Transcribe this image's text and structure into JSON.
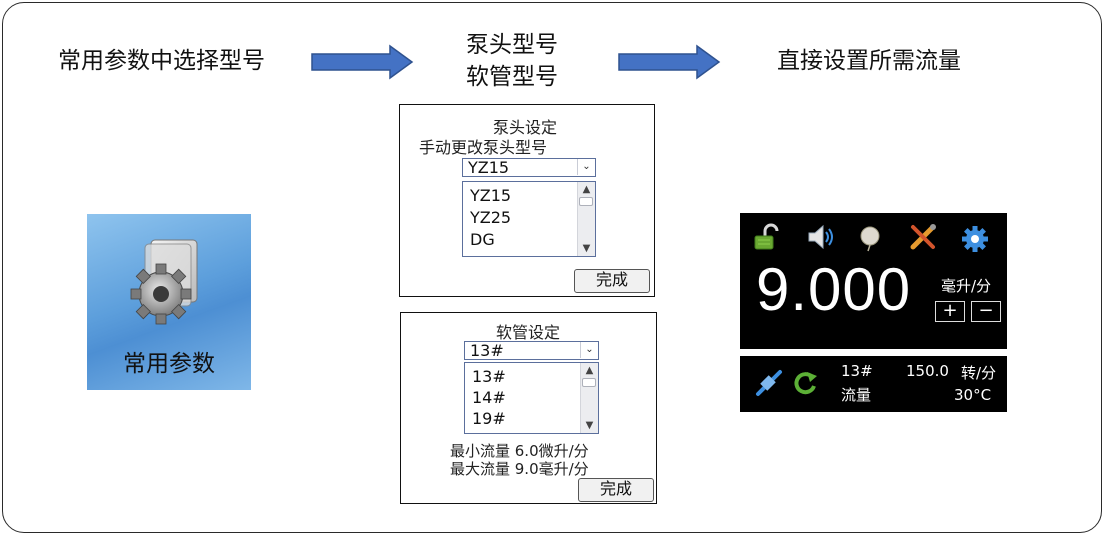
{
  "steps": {
    "step1": "常用参数中选择型号",
    "step2_line1": "泵头型号",
    "step2_line2": "软管型号",
    "step3": "直接设置所需流量"
  },
  "app_tile": {
    "label": "常用参数"
  },
  "pump_head_dialog": {
    "title": "泵头设定",
    "subtitle": "手动更改泵头型号",
    "selected": "YZ15",
    "options": [
      "YZ15",
      "YZ25",
      "DG"
    ],
    "done_label": "完成"
  },
  "tube_dialog": {
    "title": "软管设定",
    "selected": "13#",
    "options": [
      "13#",
      "14#",
      "19#"
    ],
    "min_flow": "最小流量 6.0微升/分",
    "max_flow": "最大流量 9.0毫升/分",
    "done_label": "完成"
  },
  "display": {
    "flow_value": "9.000",
    "flow_unit": "毫升/分",
    "plus": "+",
    "minus": "−",
    "tube": "13#",
    "mode": "流量",
    "speed": "150.0",
    "speed_unit": "转/分",
    "temperature": "30°C",
    "top_icons": [
      "unlock-icon",
      "speaker-icon",
      "balloon-icon",
      "tools-icon",
      "gear-icon"
    ],
    "bottom_icons": [
      "connect-icon",
      "rotate-icon"
    ]
  },
  "colors": {
    "arrow_fill": "#4472c4",
    "arrow_stroke": "#2f528f",
    "panel_bg": "#000000",
    "tile_blue": "#5d9fdc"
  }
}
